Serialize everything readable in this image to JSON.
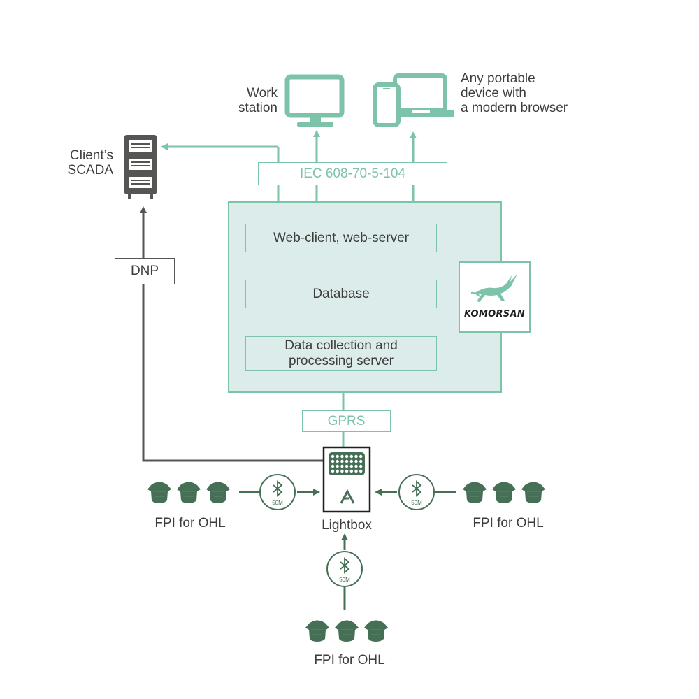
{
  "colors": {
    "accent_teal": "#7cc3a9",
    "panel_fill": "#dcecea",
    "sensor_green": "#467056",
    "dark_grey": "#555553",
    "text": "#3d3d3b"
  },
  "devices": {
    "workstation_label": [
      "Work",
      "station"
    ],
    "portable_label": [
      "Any portable",
      "device with",
      "a modern browser"
    ],
    "scada_label": [
      "Client’s",
      "SCADA"
    ]
  },
  "protocols": {
    "iec": "IEC 608-70-5-104",
    "dnp": "DNP",
    "gprs": "GPRS"
  },
  "platform": {
    "web_server": "Web-client, web-server",
    "database": "Database",
    "data_collection": [
      "Data collection and",
      "processing server"
    ],
    "brand": "KOMORSAN"
  },
  "field": {
    "lightbox_label": "Lightbox",
    "fpi_left": "FPI for OHL",
    "fpi_right": "FPI for OHL",
    "fpi_bottom": "FPI for OHL",
    "bt_range": "50M"
  },
  "icons": [
    "monitor-icon",
    "laptop-icon",
    "phone-icon",
    "server-rack-icon",
    "antelope-logo-icon",
    "bluetooth-icon",
    "fault-indicator-icon",
    "lightbox-icon"
  ]
}
